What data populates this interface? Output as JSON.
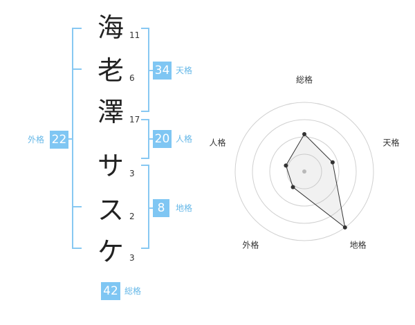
{
  "name": {
    "chars": [
      {
        "char": "海",
        "strokes": "11"
      },
      {
        "char": "老",
        "strokes": "6"
      },
      {
        "char": "澤",
        "strokes": "17"
      },
      {
        "char": "サ",
        "strokes": "3"
      },
      {
        "char": "ス",
        "strokes": "2"
      },
      {
        "char": "ケ",
        "strokes": "3"
      }
    ]
  },
  "kakusu": {
    "tenkaku": {
      "value": "34",
      "label": "天格"
    },
    "jinkaku": {
      "value": "20",
      "label": "人格"
    },
    "chikaku": {
      "value": "8",
      "label": "地格"
    },
    "gaikaku": {
      "value": "22",
      "label": "外格"
    },
    "soukaku": {
      "value": "42",
      "label": "総格"
    }
  },
  "colors": {
    "bracket": "#87c8f2",
    "badge": "#7fc6f3",
    "label": "#66b8e8"
  },
  "chart_data": {
    "type": "radar",
    "axes": [
      "総格",
      "天格",
      "地格",
      "外格",
      "人格"
    ],
    "values": [
      0.54,
      0.43,
      1.0,
      0.28,
      0.28
    ],
    "range": [
      0,
      1
    ],
    "rings": 4
  }
}
